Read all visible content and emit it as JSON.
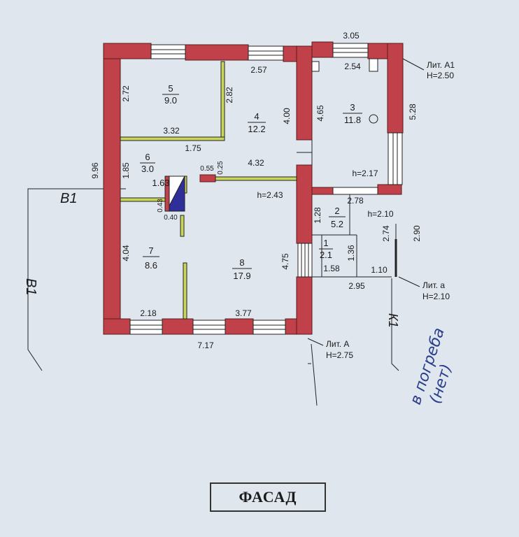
{
  "rooms": [
    {
      "number": "5",
      "area": "9.0"
    },
    {
      "number": "4",
      "area": "12.2"
    },
    {
      "number": "3",
      "area": "11.8"
    },
    {
      "number": "6",
      "area": "3.0"
    },
    {
      "number": "2",
      "area": "5.2"
    },
    {
      "number": "1",
      "area": "2.1"
    },
    {
      "number": "7",
      "area": "8.6"
    },
    {
      "number": "8",
      "area": "17.9"
    }
  ],
  "dimensions": {
    "d_305": "3.05",
    "d_257": "2.57",
    "d_254": "2.54",
    "d_272": "2.72",
    "d_282": "2.82",
    "d_400": "4.00",
    "d_465": "4.65",
    "d_528": "5.28",
    "d_332": "3.32",
    "d_175": "1.75",
    "d_185": "1.85",
    "d_163": "1.63",
    "d_055": "0.55",
    "d_025": "0.25",
    "d_432": "4.32",
    "d_996": "9.96",
    "d_043": "0.43",
    "d_040": "0.40",
    "d_278": "2.78",
    "d_128": "1.28",
    "d_274": "2.74",
    "d_290": "2.90",
    "d_136": "1.36",
    "d_158": "1.58",
    "d_110": "1.10",
    "d_295": "2.95",
    "d_404": "4.04",
    "d_475": "4.75",
    "d_218": "2.18",
    "d_377": "3.77",
    "d_717": "7.17"
  },
  "heights": {
    "h_217": "h=2.17",
    "h_243": "h=2.43",
    "h_210": "h=2.10"
  },
  "liters": {
    "a1_title": "Лит. А1",
    "a1_height": "H=2.50",
    "a_small_title": "Лит. а",
    "a_small_height": "H=2.10",
    "a_title": "Лит. А",
    "a_height": "H=2.75"
  },
  "section_marks": {
    "b1_left": "В1",
    "b1_vertical": "В1",
    "k1": "К1"
  },
  "handwritten_note": {
    "line1": "в погреба",
    "line2": "(нет)"
  },
  "facade_label": "ФАСАД",
  "colors": {
    "wall": "#c0414a",
    "partition": "#c9d65a",
    "stair": "#2f2f9a",
    "line": "#222222",
    "background": "#dfe6ee",
    "handwriting": "#2b3e8c"
  }
}
